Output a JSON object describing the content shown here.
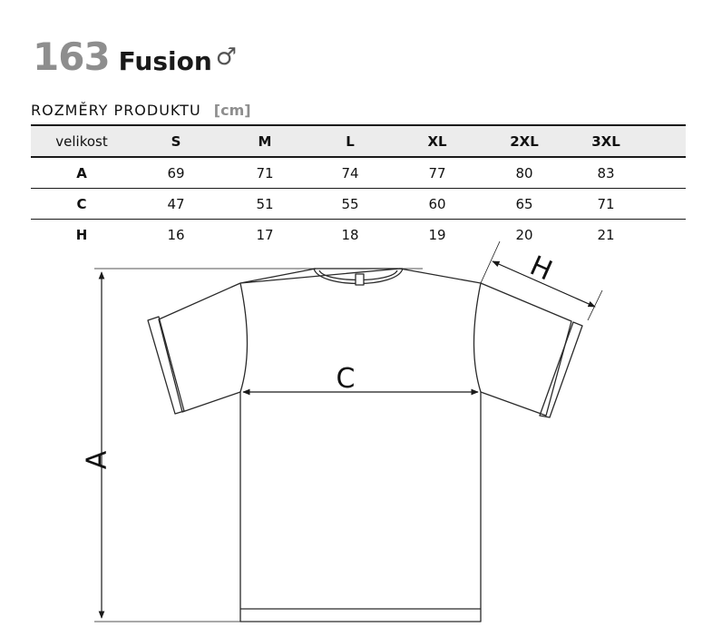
{
  "product": {
    "code": "163",
    "name": "Fusion",
    "gender_symbol": "♂"
  },
  "section": {
    "title": "ROZMĚRY PRODUKTU",
    "unit": "[cm]"
  },
  "table": {
    "corner_label": "velikost",
    "sizes": [
      "S",
      "M",
      "L",
      "XL",
      "2XL",
      "3XL"
    ],
    "rows": [
      {
        "label": "A",
        "values": [
          "69",
          "71",
          "74",
          "77",
          "80",
          "83"
        ]
      },
      {
        "label": "C",
        "values": [
          "47",
          "51",
          "55",
          "60",
          "65",
          "71"
        ]
      },
      {
        "label": "H",
        "values": [
          "16",
          "17",
          "18",
          "19",
          "20",
          "21"
        ]
      }
    ]
  },
  "diagram": {
    "label_a": "A",
    "label_c": "C",
    "label_h": "H"
  },
  "colors": {
    "header_bg": "#ececec",
    "code_gray": "#8e8e8e",
    "line": "#1a1a1a"
  }
}
